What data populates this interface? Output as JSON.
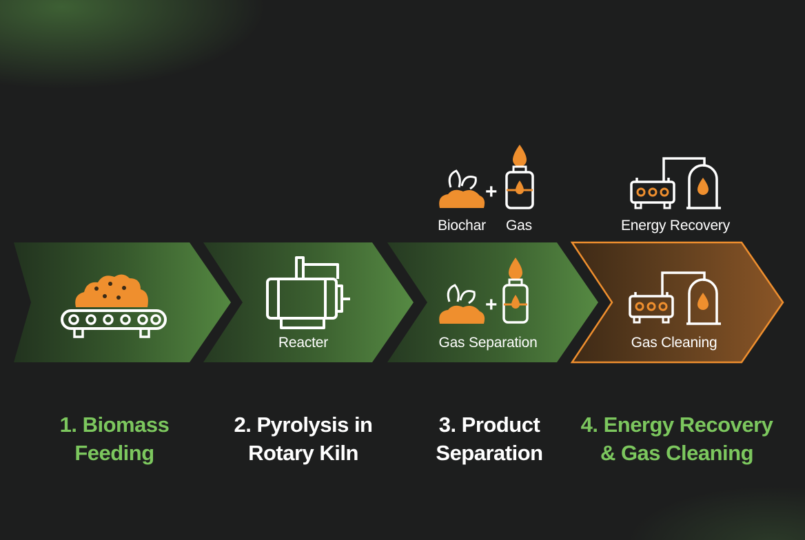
{
  "colors": {
    "background": "#1d1e1e",
    "chevron_green": "#4f7f3e",
    "chevron_orange": "#7a4a22",
    "accent_orange": "#ef8f2e",
    "title_green": "#7cc75e",
    "title_white": "#ffffff"
  },
  "stages": [
    {
      "icon": "conveyor-biomass-icon",
      "label": "",
      "title_lines": [
        "1. Biomass",
        "Feeding"
      ],
      "title_color": "green"
    },
    {
      "icon": "rotary-kiln-reactor-icon",
      "label": "Reacter",
      "title_lines": [
        "2. Pyrolysis in",
        "Rotary Kiln"
      ],
      "title_color": "white"
    },
    {
      "icon": "biochar-plus-gas-icon",
      "label": "Gas Separation",
      "title_lines": [
        "3. Product",
        "Separation"
      ],
      "title_color": "white"
    },
    {
      "icon": "gas-cleaning-unit-icon",
      "label": "Gas Cleaning",
      "title_lines": [
        "4. Energy Recovery",
        "& Gas Cleaning"
      ],
      "title_color": "green"
    }
  ],
  "outputs": {
    "products": {
      "biochar_label": "Biochar",
      "gas_label": "Gas",
      "plus": "+"
    },
    "energy": {
      "label": "Energy Recovery"
    }
  },
  "plus_sign": "+"
}
